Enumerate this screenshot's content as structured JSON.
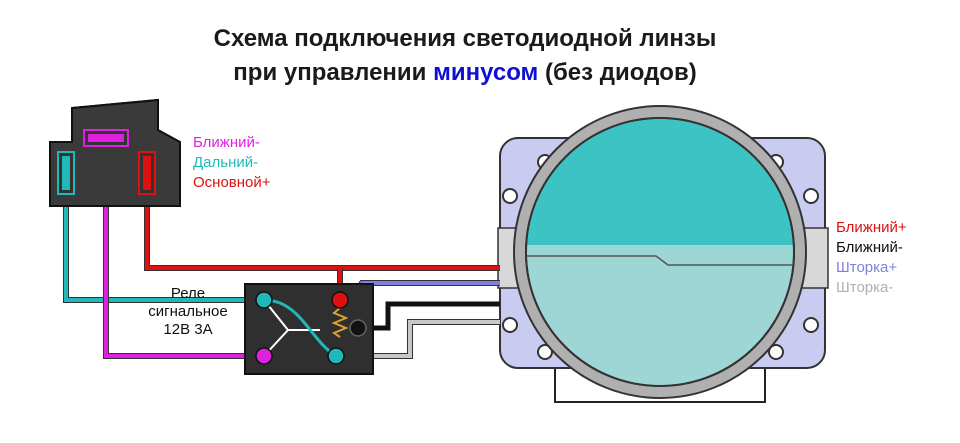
{
  "title": {
    "line1": "Схема подключения светодиодной линзы",
    "line2_prefix": "при управлении ",
    "line2_highlight": "минусом",
    "line2_suffix": " (без диодов)"
  },
  "connector_labels": [
    {
      "text": "Ближний-",
      "color": "#e020e0"
    },
    {
      "text": "Дальний-",
      "color": "#20b8b8"
    },
    {
      "text": "Основной+",
      "color": "#e01010"
    }
  ],
  "relay_labels": {
    "line1": "Реле",
    "line2": "сигнальное",
    "line3": "12В 3А"
  },
  "lens_labels": [
    {
      "text": "Ближний+",
      "color": "#e01010"
    },
    {
      "text": "Ближний-",
      "color": "#111111"
    },
    {
      "text": "Шторка+",
      "color": "#8080e0"
    },
    {
      "text": "Шторка-",
      "color": "#b0b0b0"
    }
  ],
  "colors": {
    "magenta": "#e020e0",
    "cyan": "#20b8b8",
    "red": "#e01010",
    "black": "#111111",
    "blue": "#8080e0",
    "gray": "#c8c8c8",
    "title_highlight": "#1010d0"
  }
}
